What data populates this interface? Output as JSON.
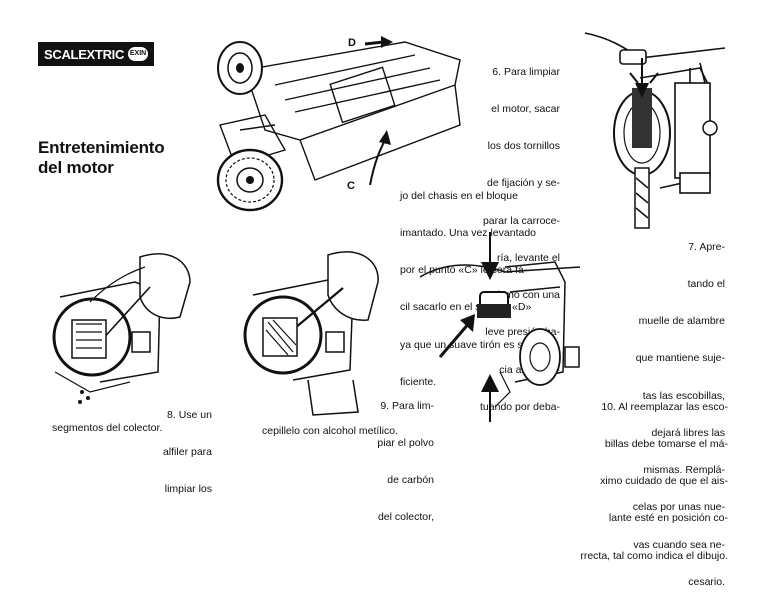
{
  "brand": {
    "logo_text": "SCALEXTRIC",
    "logo_badge": "EXIN"
  },
  "heading": {
    "line1": "Entretenimiento",
    "line2": "del motor"
  },
  "labels": {
    "d": "D",
    "c": "C"
  },
  "step6": {
    "lines_right": [
      "6. Para limpiar",
      "el motor, sacar",
      "los dos tornillos",
      "de fijación y se-",
      "parar la carroce-",
      "ría, levante el",
      "mismo con una",
      "leve presión ha-",
      "cia arriba ac-",
      "tuando por deba-"
    ],
    "lines_bottom": [
      "jo del chasis en el bloque",
      "imantado. Una vez levantado",
      "por el punto «C» le será fá-",
      "cil sacarlo en el sentido «D»",
      "ya que un suave tirón es su-",
      "ficiente."
    ]
  },
  "step7": {
    "lines": [
      "7. Apre-",
      "tando el",
      "muelle de alambre",
      "que mantiene suje-",
      "tas las escobillas,",
      "dejará libres las",
      "mismas. Remplá-",
      "celas por unas nue-",
      "vas cuando sea ne-",
      "cesario."
    ]
  },
  "step8": {
    "lines_right": [
      "8. Use un",
      "alfiler para",
      "limpiar los"
    ],
    "line_bottom": "segmentos del colector."
  },
  "step9": {
    "lines_right": [
      "9. Para lim-",
      "piar el polvo",
      "de carbón",
      "del colector,"
    ],
    "line_bottom": "cepillelo con alcohol metílico."
  },
  "step10": {
    "lines": [
      "10. Al reemplazar las esco-",
      "billas debe tomarse el má-",
      "ximo cuidado de que el ais-",
      "lante esté en posición co-",
      "rrecta, tal como indica el dibujo."
    ]
  }
}
